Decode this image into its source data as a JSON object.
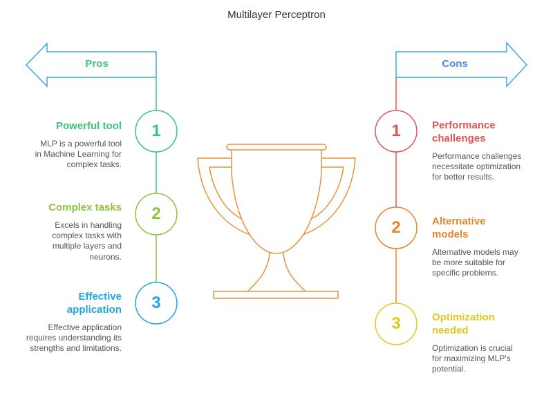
{
  "title": "Multilayer Perceptron",
  "pros": {
    "label": "Pros",
    "items": [
      {
        "number": "1",
        "title": "Powerful tool",
        "description": "MLP is a powerful tool in Machine Learning for complex tasks.",
        "color": "#3cc47c"
      },
      {
        "number": "2",
        "title": "Complex tasks",
        "description": "Excels in handling complex tasks with multiple layers and neurons.",
        "color": "#8cc43c"
      },
      {
        "number": "3",
        "title": "Effective application",
        "description": "Effective application requires understanding its strengths and limitations.",
        "color": "#1ea8dc"
      }
    ]
  },
  "cons": {
    "label": "Cons",
    "items": [
      {
        "number": "1",
        "title": "Performance challenges",
        "description": "Performance challenges necessitate optimization for better results.",
        "color": "#e05458"
      },
      {
        "number": "2",
        "title": "Alternative models",
        "description": "Alternative models may be more suitable for specific problems.",
        "color": "#e4862c"
      },
      {
        "number": "3",
        "title": "Optimization needed",
        "description": "Optimization is crucial for maximizing MLP's potential.",
        "color": "#e2c81c"
      }
    ]
  },
  "colors": {
    "arrow": "#3aa8e0",
    "pros_label": "#3cc47c",
    "cons_label": "#4a86e0",
    "trophy": "#e8913c"
  }
}
